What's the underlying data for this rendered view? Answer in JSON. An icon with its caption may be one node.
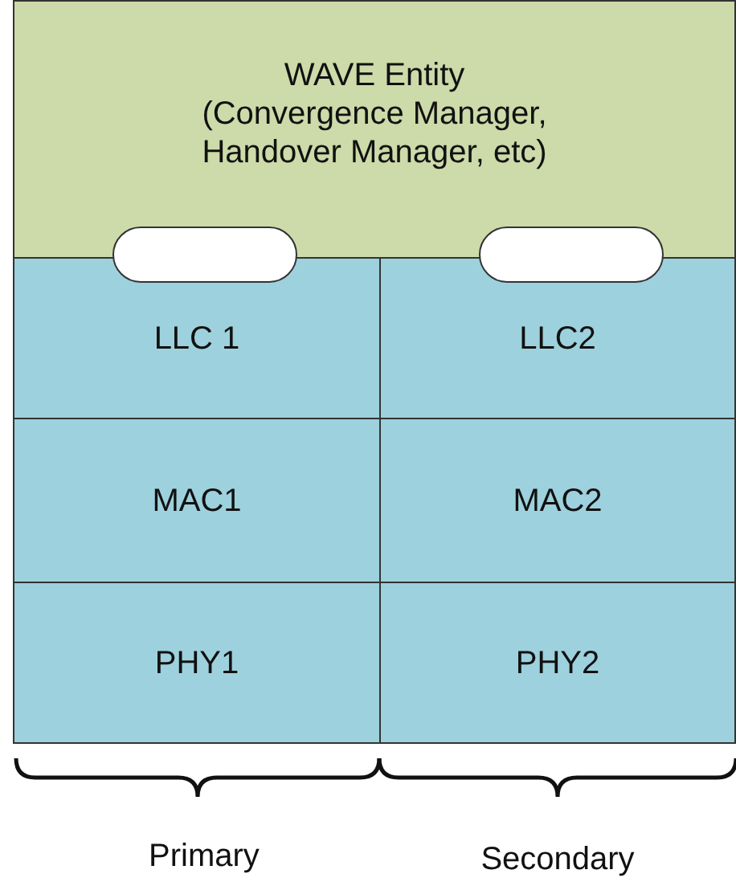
{
  "diagram": {
    "nodes": [
      {
        "text": [
          "WAVE Entity",
          "(Convergence Manager, Handover Manager, etc)"
        ]
      },
      {
        "text": [
          "LLC 1"
        ]
      },
      {
        "text": [
          "LLC2"
        ]
      },
      {
        "text": [
          "MAC1"
        ]
      },
      {
        "text": [
          "MAC2"
        ]
      },
      {
        "text": [
          "PHY1"
        ]
      },
      {
        "text": [
          "PHY2"
        ]
      },
      {
        "text": [],
        "shape": "oval"
      },
      {
        "text": [],
        "shape": "oval"
      }
    ],
    "labels": [
      "Primary",
      "Secondary"
    ]
  }
}
